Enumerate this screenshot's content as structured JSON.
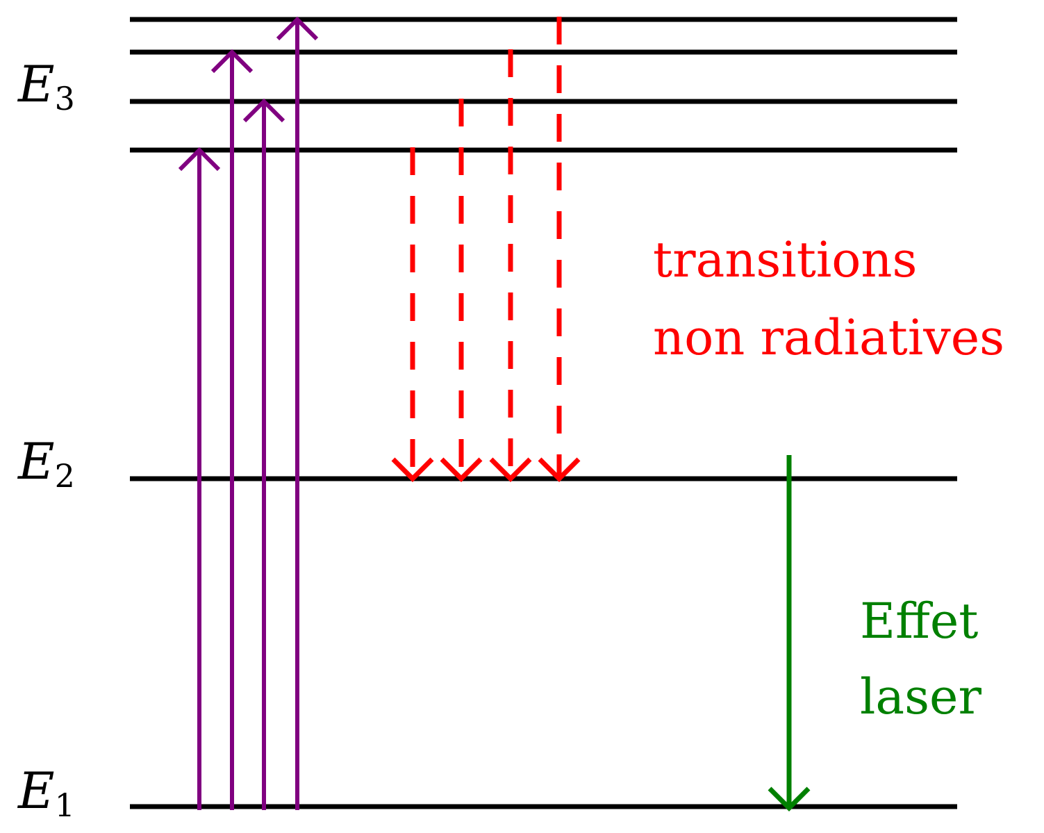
{
  "colors": {
    "levels": "#000000",
    "pump": "#800080",
    "non_radiative": "#ff0000",
    "laser": "#008000",
    "background": "#ffffff"
  },
  "levels": {
    "e3": {
      "symbol": "E",
      "subscript": "3"
    },
    "e2": {
      "symbol": "E",
      "subscript": "2"
    },
    "e1": {
      "symbol": "E",
      "subscript": "1"
    }
  },
  "arrows": {
    "pump_count": 4,
    "non_radiative_count": 4,
    "laser_count": 1
  },
  "labels": {
    "non_radiative_line1": "transitions",
    "non_radiative_line2": "non radiatives",
    "laser_line1": "Effet",
    "laser_line2": "laser"
  }
}
